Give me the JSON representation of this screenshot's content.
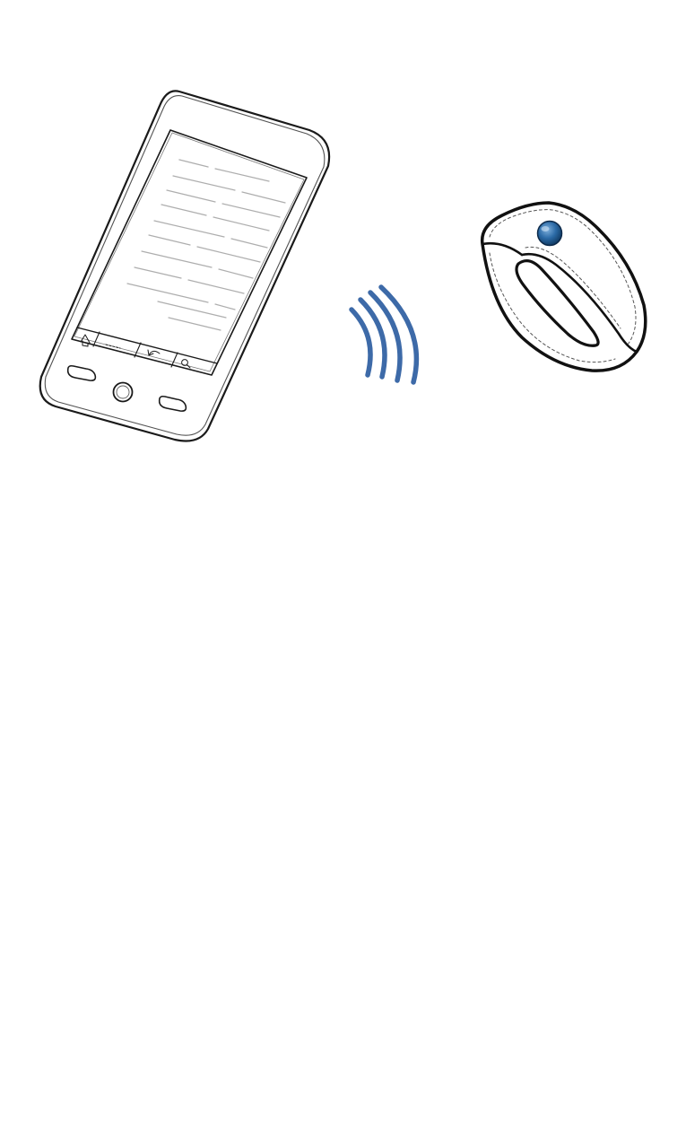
{
  "scene": {
    "background_color": "#ffffff",
    "objects": [
      {
        "name": "smartphone-sketch",
        "style": "pencil sketch",
        "stroke_color": "#1a1a1a"
      },
      {
        "name": "wireless-signal-icon",
        "arcs": 4,
        "color": "#3d6aa8"
      },
      {
        "name": "wristband",
        "button_color": "#2b6aa6",
        "stroke_color": "#111111"
      }
    ]
  },
  "colors": {
    "ink": "#1a1a1a",
    "signal": "#3d6aa8",
    "wristband_button": "#2b6aa6",
    "wristband_button_highlight": "#7fb0dc",
    "screen_scribble": "#9a9a9a"
  }
}
